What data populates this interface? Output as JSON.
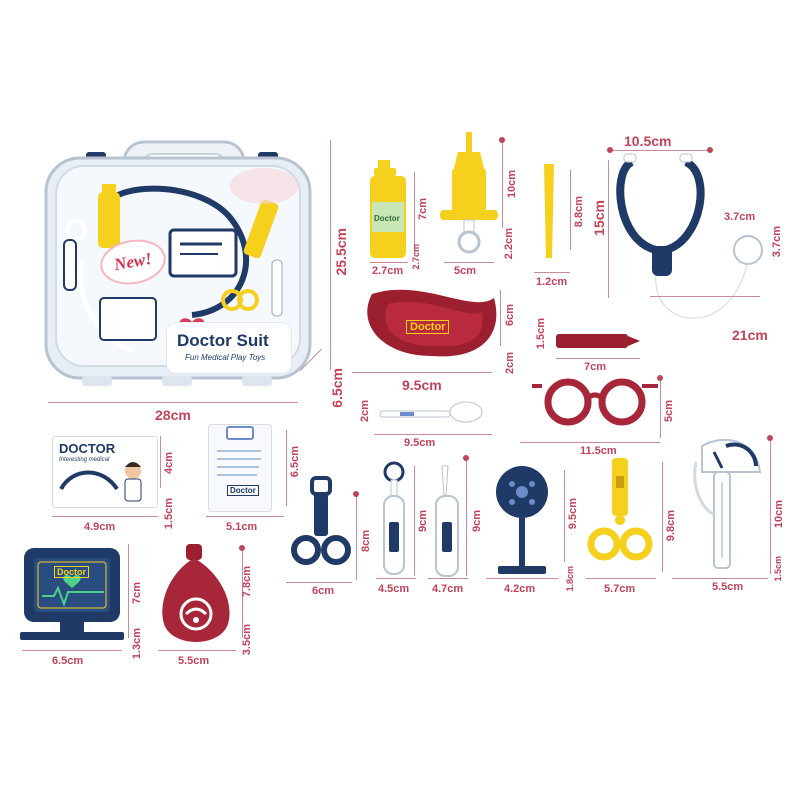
{
  "case": {
    "brand_title": "Doctor Suit",
    "brand_subtitle": "Fun Medical Play Toys",
    "sticker": "New!",
    "dims": {
      "width": "28cm",
      "height": "25.5cm",
      "depth": "6.5cm"
    }
  },
  "dims": {
    "bottle": {
      "h": "7cm",
      "w": "2.7cm",
      "d": "2.7cm"
    },
    "syringe": {
      "h": "10cm",
      "w": "5cm",
      "d": "2.2cm"
    },
    "tweezer": {
      "h": "8.8cm",
      "w": "1.2cm"
    },
    "stethoscope": {
      "top": "10.5cm",
      "h": "15cm",
      "chest": "3.7cm",
      "chest2": "3.7cm",
      "len": "21cm"
    },
    "basin": {
      "h": "6cm",
      "w": "9.5cm",
      "d": "2cm"
    },
    "thermometer_flat": {
      "h": "1.5cm",
      "w": "7cm"
    },
    "spoon": {
      "h": "2cm",
      "w": "9.5cm"
    },
    "glasses": {
      "w": "11.5cm",
      "h": "5cm"
    },
    "card": {
      "h": "4cm",
      "w": "4.9cm",
      "d": "1.5cm"
    },
    "badge": {
      "h": "6.5cm",
      "w": "5.1cm"
    },
    "scissors_blue": {
      "h": "8cm",
      "w": "6cm"
    },
    "mirror": {
      "h": "9cm",
      "w": "4.5cm"
    },
    "thermometer": {
      "h": "9cm",
      "w": "4.7cm"
    },
    "reflector": {
      "h": "9.5cm",
      "w": "4.2cm",
      "d": "1.8cm"
    },
    "scissors_yellow": {
      "h": "9.8cm",
      "w": "5.7cm"
    },
    "bp_gauge": {
      "h": "10cm",
      "w": "5.5cm",
      "d": "1.5cm"
    },
    "monitor": {
      "h": "7cm",
      "w": "6.5cm",
      "d": "1.3cm"
    },
    "bulb": {
      "h": "7.8cm",
      "w": "5.5cm",
      "d": "3.5cm"
    }
  },
  "items": {
    "bottle_label": "Doctor",
    "basin_label": "Doctor",
    "card_title": "DOCTOR",
    "card_subtitle": "Interesting medical",
    "badge_logo": "Doctor",
    "monitor_label": "Doctor"
  },
  "colors": {
    "navy": "#1f3a66",
    "yellow": "#f5d01c",
    "maroon": "#9b1f2e",
    "dim_text": "#c2435a",
    "dim_line": "#c98a9a"
  }
}
